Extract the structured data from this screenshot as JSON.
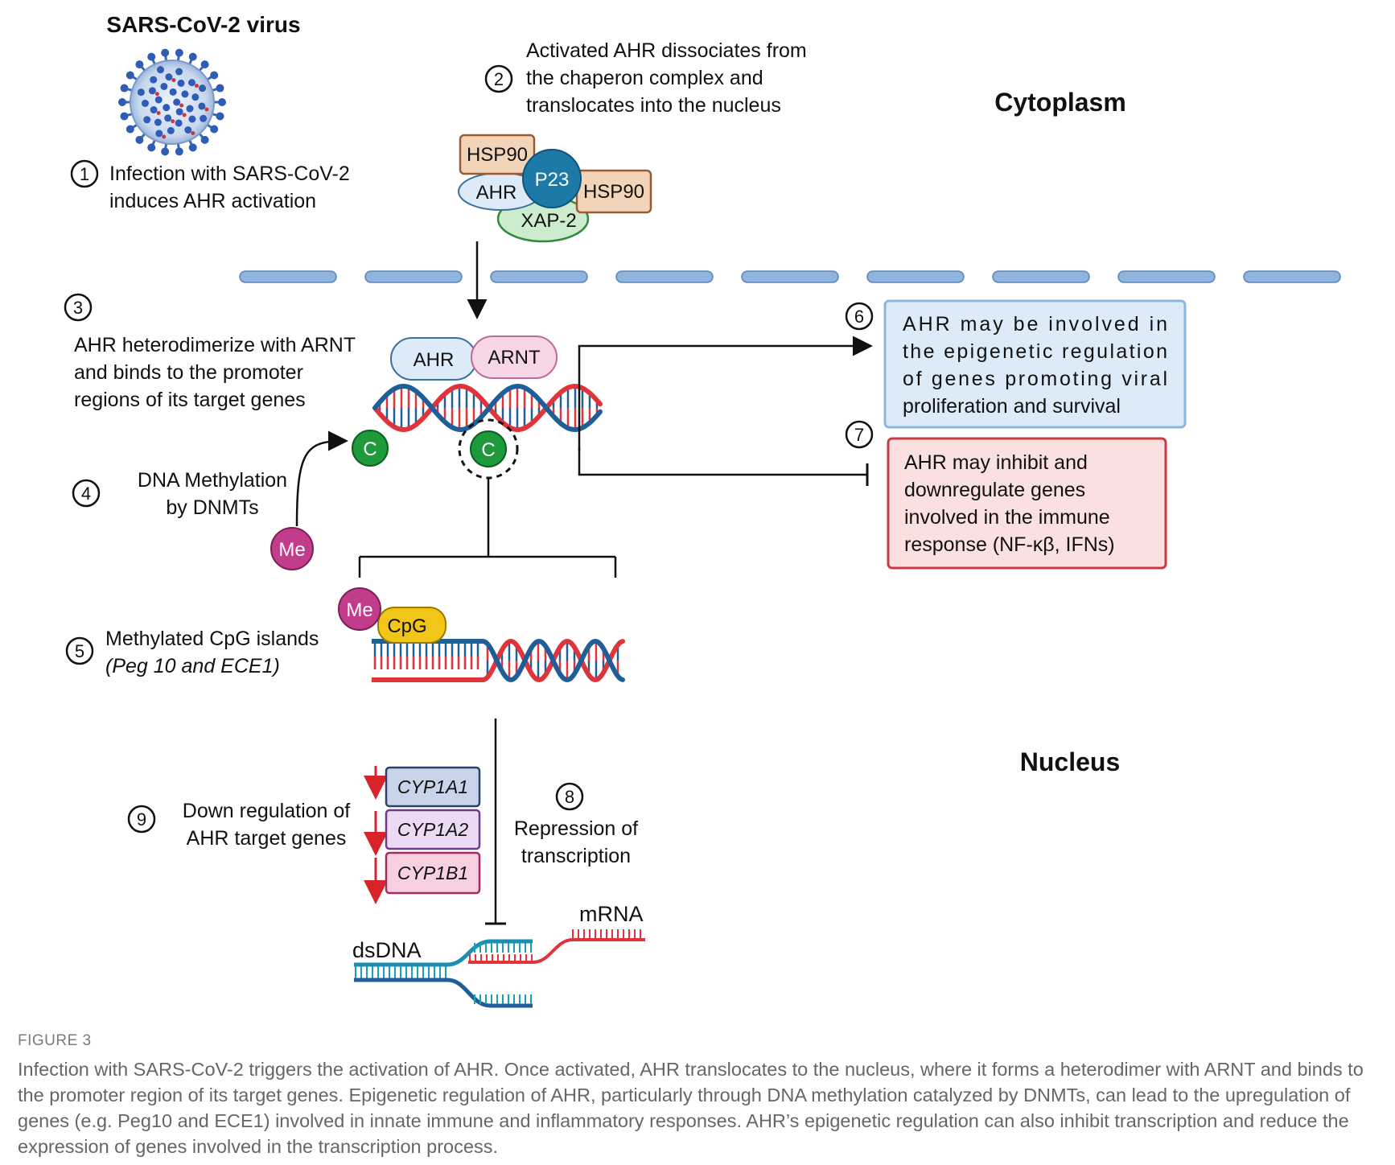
{
  "figure": {
    "virus_title": "SARS-CoV-2 virus",
    "cytoplasm_label": "Cytoplasm",
    "nucleus_label": "Nucleus",
    "steps": [
      {
        "num": "1",
        "lines": [
          "Infection with SARS-CoV-2",
          "induces AHR activation"
        ]
      },
      {
        "num": "2",
        "lines": [
          "Activated AHR dissociates from",
          "the chaperon complex and",
          "translocates into the nucleus"
        ]
      },
      {
        "num": "3",
        "lines": [
          "AHR heterodimerize with ARNT",
          "and binds to the promoter",
          "regions of its target genes"
        ]
      },
      {
        "num": "4",
        "lines": [
          "DNA Methylation",
          "by DNMTs"
        ]
      },
      {
        "num": "5",
        "lines": [
          "Methylated CpG islands",
          "(Peg 10 and ECE1)"
        ]
      },
      {
        "num": "6",
        "lines": [
          "AHR may be involved in",
          "the epigenetic regulation",
          "of genes promoting viral",
          "proliferation and survival"
        ]
      },
      {
        "num": "7",
        "lines": [
          "AHR may inhibit and",
          "downregulate genes",
          "involved in the immune",
          "response (NF-κβ, IFNs)"
        ]
      },
      {
        "num": "8",
        "lines": [
          "Repression of",
          "transcription"
        ]
      },
      {
        "num": "9",
        "lines": [
          "Down regulation of",
          "AHR target genes"
        ]
      }
    ],
    "complex": {
      "hsp90_a": "HSP90",
      "p23": "P23",
      "ahr": "AHR",
      "hsp90_b": "HSP90",
      "xap2": "XAP-2"
    },
    "dimer": {
      "ahr": "AHR",
      "arnt": "ARNT"
    },
    "cytosine": "C",
    "methyl": "Me",
    "cpg": "CpG",
    "genes": [
      "CYP1A1",
      "CYP1A2",
      "CYP1B1"
    ],
    "dsdna_label": "dsDNA",
    "mrna_label": "mRNA",
    "colors": {
      "membrane": "#8fb3dc",
      "hsp90": "#f2d5b8",
      "p23": "#1d79a8",
      "ahr": "#dcebf7",
      "xap2": "#cdeccd",
      "arnt": "#f7d7e7",
      "cytosine": "#1f9a3a",
      "methyl": "#c23c8c",
      "cpg": "#f2c519",
      "dna_red": "#e0343b",
      "dna_blue": "#1f5f99",
      "box6": "#ddeaf7",
      "box7": "#fbe0e0"
    }
  },
  "caption": {
    "label": "FIGURE 3",
    "text": "Infection with SARS-CoV-2 triggers the activation of AHR. Once activated, AHR translocates to the nucleus, where it forms a heterodimer with ARNT and binds to the promoter region of its target genes. Epigenetic regulation of AHR, particularly through DNA methylation catalyzed by DNMTs, can lead to the upregulation of genes (e.g. Peg10 and ECE1) involved in innate immune and inflammatory responses. AHR’s epigenetic regulation can also inhibit transcription and reduce the expression of genes involved in the transcription process."
  }
}
